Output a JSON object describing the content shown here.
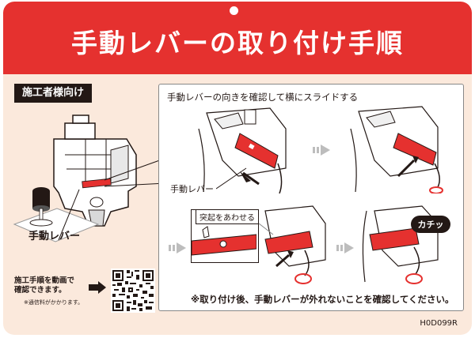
{
  "header": {
    "title": "手動レバーの取り付け手順"
  },
  "audience_tag": {
    "label": "施工者様向け"
  },
  "left_illustration": {
    "callout_label": "手動レバー"
  },
  "qr": {
    "text": "施工手順を動画で確認できます。",
    "note": "※通信料がかかります。"
  },
  "steps_panel": {
    "instruction": "手動レバーの向きを確認して横にスライドする",
    "step1_callout": "手動レバー",
    "step3_callout": "突起をあわせる",
    "step4_sound": "カチッ",
    "footer_note": "※取り付け後、手動レバーが外れないことを確認してください。"
  },
  "doc_code": "H0D099R",
  "colors": {
    "accent_red": "#e5312f",
    "background": "#fbe9dc",
    "dark": "#231815"
  }
}
